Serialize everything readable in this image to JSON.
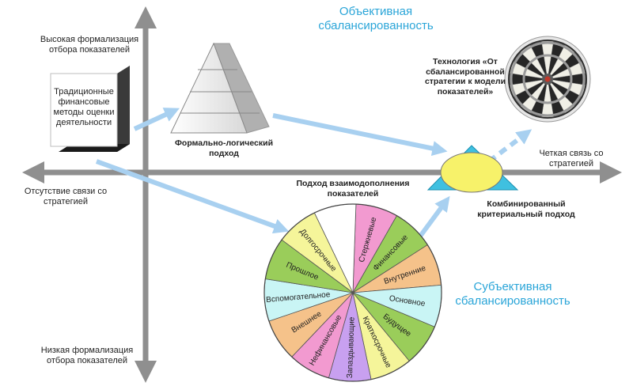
{
  "axes": {
    "top_label": "Высокая формализация отбора показателей",
    "bottom_label": "Низкая формализация отбора показателей",
    "left_label": "Отсутствие связи со стратегией",
    "right_label": "Четкая связь со стратегией"
  },
  "quadrants": {
    "objective": "Объективная сбалансированность",
    "subjective": "Субъективная сбалансированность"
  },
  "nodes": {
    "traditional": "Традиционные финансовые методы оценки деятельности",
    "formal_logic": "Формально-логический подход",
    "complementary": "Подход взаимодополнения показателей",
    "combined": "Комбинированный критериальный подход",
    "technology": "Технология «От сбалансированной стратегии к модели показателей»"
  },
  "wheel_segments": [
    {
      "label": "Стержневые",
      "color": "#f29ad0"
    },
    {
      "label": "Финансовые",
      "color": "#9acd5a"
    },
    {
      "label": "Внутренние",
      "color": "#f5c28a"
    },
    {
      "label": "Основное",
      "color": "#c9f5f5"
    },
    {
      "label": "Будущее",
      "color": "#9acd5a"
    },
    {
      "label": "Краткосрочные",
      "color": "#f5f59a"
    },
    {
      "label": "Запаздывающие",
      "color": "#c8a0f0"
    },
    {
      "label": "Нефинансовые",
      "color": "#f29ad0"
    },
    {
      "label": "Внешнее",
      "color": "#f5c28a"
    },
    {
      "label": "Вспомогательное",
      "color": "#c9f5f5"
    },
    {
      "label": "Прошлое",
      "color": "#9acd5a"
    },
    {
      "label": "Долгосрочные",
      "color": "#f5f59a"
    },
    {
      "label": "",
      "color": "#ffffff"
    }
  ],
  "colors": {
    "axis": "#8f8f8f",
    "arrow": "#a8d0f0",
    "quadrant_text": "#2aa5d8",
    "triangle": "#3fc0e0",
    "ellipse": "#f7f26a"
  }
}
